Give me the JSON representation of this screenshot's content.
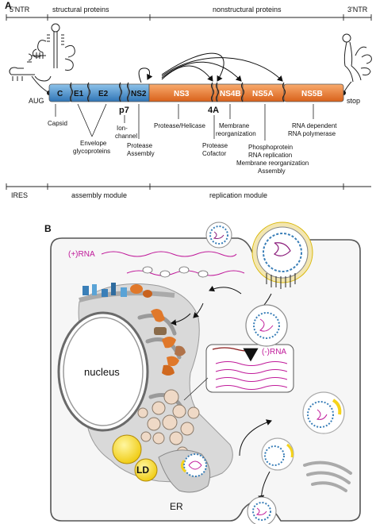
{
  "panel_a": {
    "letter": "A",
    "regions": {
      "ntr5": "5'NTR",
      "structural": "structural proteins",
      "nonstructural": "nonstructural proteins",
      "ntr3": "3'NTR"
    },
    "ends": {
      "aug": "AUG",
      "stop": "stop"
    },
    "proteins": {
      "c": "C",
      "e1": "E1",
      "e2": "E2",
      "p7": "p7",
      "ns2": "NS2",
      "ns3": "NS3",
      "ns4a": "4A",
      "ns4b": "NS4B",
      "ns5a": "NS5A",
      "ns5b": "NS5B"
    },
    "functions": {
      "capsid": "Capsid",
      "envelope_1": "Envelope",
      "envelope_2": "glycoproteins",
      "ion_1": "Ion-",
      "ion_2": "channel",
      "pa_1": "Protease",
      "pa_2": "Assembly",
      "helicase": "Protease/Helicase",
      "cof_1": "Protease",
      "cof_2": "Cofactor",
      "mem_1": "Membrane",
      "mem_2": "reorganization",
      "ns5a_1": "Phosphoprotein",
      "ns5a_2": "RNA replication",
      "ns5a_3": "Membrane reorganization",
      "ns5a_4": "Assembly",
      "ns5b_1": "RNA dependent",
      "ns5b_2": "RNA polymerase"
    },
    "modules": {
      "ires": "IRES",
      "assembly": "assembly module",
      "replication": "replication module"
    },
    "colors": {
      "structural_blue": "#4a90cc",
      "nonstructural_orange": "#ec7a2c"
    }
  },
  "panel_b": {
    "letter": "B",
    "labels": {
      "plus_rna": "(+)RNA",
      "minus_rna": "(-)RNA",
      "nucleus": "nucleus",
      "ld": "LD",
      "er": "ER"
    },
    "colors": {
      "rna_magenta": "#c01a9a",
      "lipid_yellow": "#f5d31a",
      "protein_orange": "#e0782a",
      "protein_blue": "#3a7fb8",
      "cytoplasm_gray": "#e6e6e6"
    }
  }
}
